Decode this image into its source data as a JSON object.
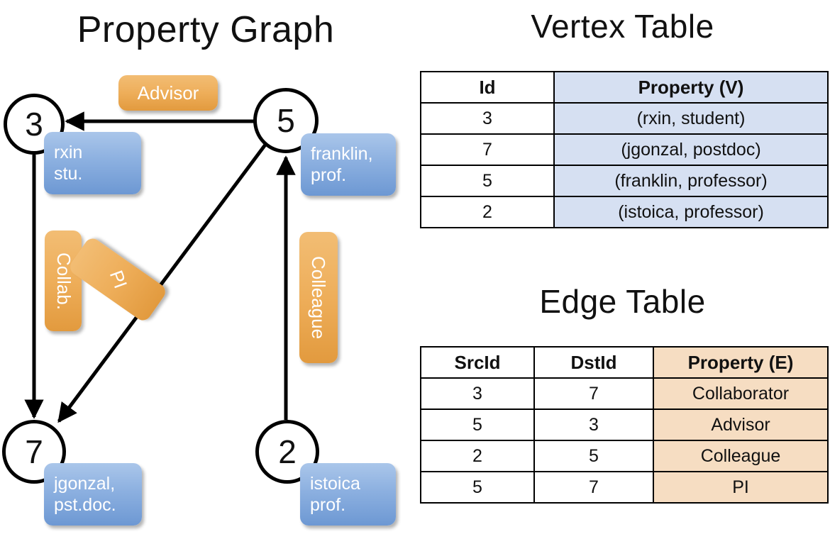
{
  "titles": {
    "property_graph": "Property Graph",
    "vertex_table": "Vertex Table",
    "edge_table": "Edge Table"
  },
  "colors": {
    "vertex_property_cell": "#d6e0f2",
    "edge_property_cell": "#f6ddc2",
    "node_property_box": "#8cb0e0",
    "edge_label_box": "#eeae5a",
    "stroke": "#000000",
    "background": "#ffffff"
  },
  "graph": {
    "nodes": [
      {
        "id": "3",
        "property_lines": [
          "rxin",
          "stu."
        ]
      },
      {
        "id": "5",
        "property_lines": [
          "franklin,",
          "prof."
        ]
      },
      {
        "id": "7",
        "property_lines": [
          "jgonzal,",
          "pst.doc."
        ]
      },
      {
        "id": "2",
        "property_lines": [
          "istoica",
          "prof."
        ]
      }
    ],
    "edge_labels": [
      {
        "name": "advisor",
        "text": "Advisor",
        "orientation": "horizontal"
      },
      {
        "name": "collab",
        "text": "Collab.",
        "orientation": "vertical"
      },
      {
        "name": "pi",
        "text": "PI",
        "orientation": "diagonal"
      },
      {
        "name": "colleague",
        "text": "Colleague",
        "orientation": "vertical"
      }
    ]
  },
  "vertex_table": {
    "headers": [
      "Id",
      "Property (V)"
    ],
    "rows": [
      {
        "id": "3",
        "property": "(rxin, student)"
      },
      {
        "id": "7",
        "property": "(jgonzal, postdoc)"
      },
      {
        "id": "5",
        "property": "(franklin, professor)"
      },
      {
        "id": "2",
        "property": "(istoica, professor)"
      }
    ]
  },
  "edge_table": {
    "headers": [
      "SrcId",
      "DstId",
      "Property (E)"
    ],
    "rows": [
      {
        "src": "3",
        "dst": "7",
        "property": "Collaborator"
      },
      {
        "src": "5",
        "dst": "3",
        "property": "Advisor"
      },
      {
        "src": "2",
        "dst": "5",
        "property": "Colleague"
      },
      {
        "src": "5",
        "dst": "7",
        "property": "PI"
      }
    ]
  }
}
